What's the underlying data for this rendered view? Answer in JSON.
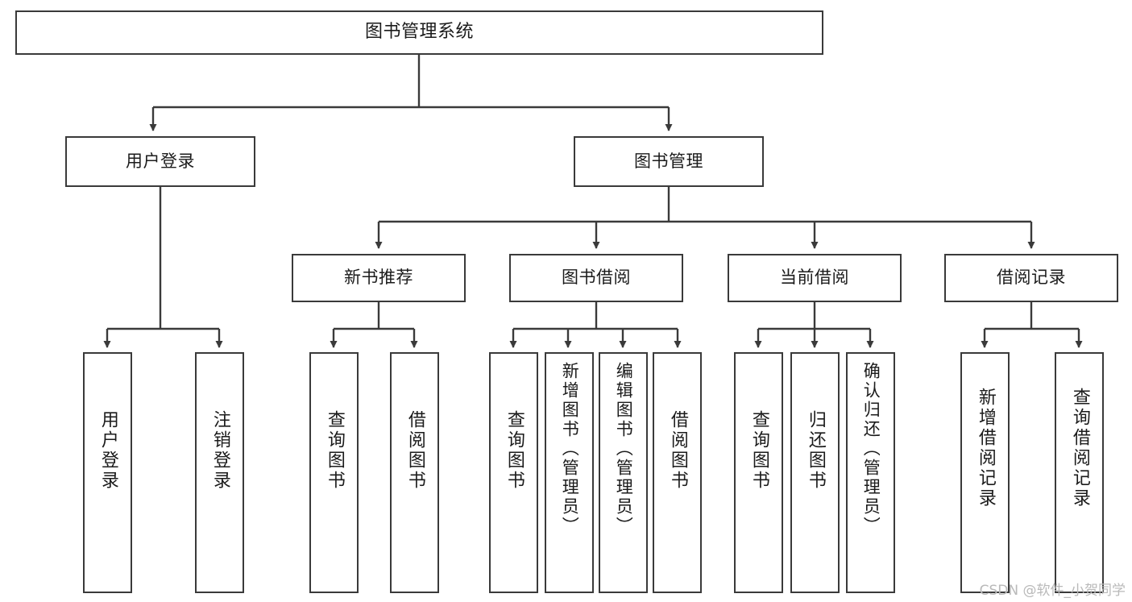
{
  "diagram": {
    "type": "tree",
    "title": "图书管理系统",
    "orientation": "top-down",
    "colors": {
      "background": "#ffffff",
      "node_fill": "#ffffff",
      "node_stroke": "#3a3a3a",
      "edge_stroke": "#3a3a3a",
      "text": "#1b1b1b",
      "watermark": "#b9b9b9"
    },
    "watermark": "CSDN @软件_小贺同学"
  },
  "nodes": {
    "root": {
      "label": "图书管理系统"
    },
    "level2": [
      {
        "id": "user-login",
        "label": "用户登录"
      },
      {
        "id": "book-management",
        "label": "图书管理"
      }
    ],
    "level3": [
      {
        "id": "new-book-recommend",
        "label": "新书推荐"
      },
      {
        "id": "book-borrow",
        "label": "图书借阅"
      },
      {
        "id": "current-borrow",
        "label": "当前借阅"
      },
      {
        "id": "borrow-record",
        "label": "借阅记录"
      }
    ],
    "leaves": {
      "user_login": [
        {
          "id": "leaf-user-login",
          "label": "用户登录"
        },
        {
          "id": "leaf-user-logout",
          "label": "注销登录"
        }
      ],
      "new_book_recommend": [
        {
          "id": "leaf-query-book-1",
          "label": "查询图书"
        },
        {
          "id": "leaf-borrow-book-1",
          "label": "借阅图书"
        }
      ],
      "book_borrow": [
        {
          "id": "leaf-query-book-2",
          "label": "查询图书"
        },
        {
          "id": "leaf-add-book",
          "label": "新增图书（管理员）"
        },
        {
          "id": "leaf-edit-book",
          "label": "编辑图书（管理员）"
        },
        {
          "id": "leaf-borrow-book-2",
          "label": "借阅图书"
        }
      ],
      "current_borrow": [
        {
          "id": "leaf-query-book-3",
          "label": "查询图书"
        },
        {
          "id": "leaf-return-book",
          "label": "归还图书"
        },
        {
          "id": "leaf-confirm-return",
          "label": "确认归还（管理员）"
        }
      ],
      "borrow_record": [
        {
          "id": "leaf-add-record",
          "label": "新增借阅记录"
        },
        {
          "id": "leaf-query-record",
          "label": "查询借阅记录"
        }
      ]
    }
  }
}
